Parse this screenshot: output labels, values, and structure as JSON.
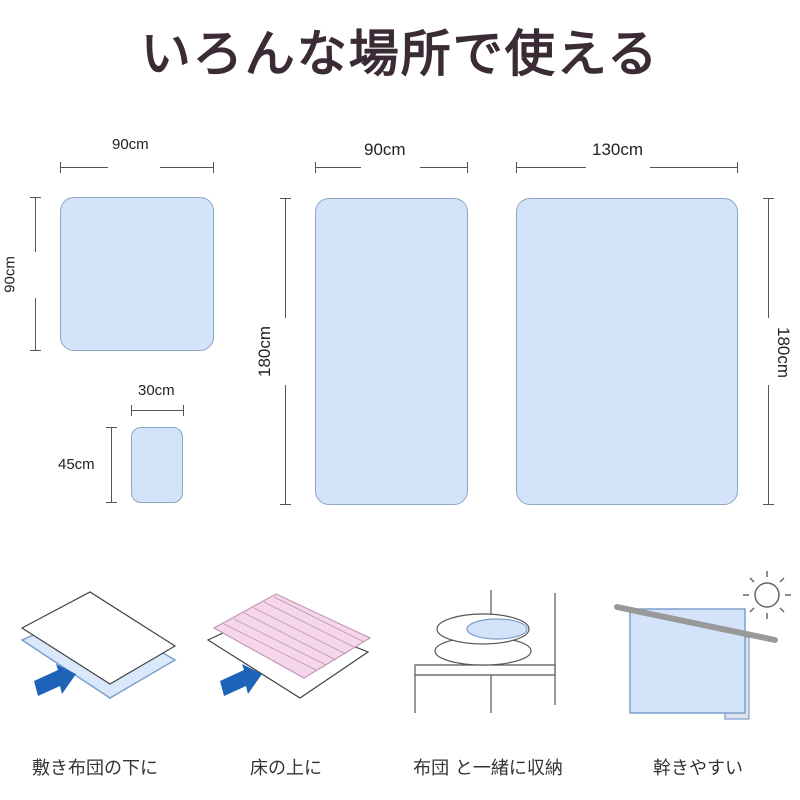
{
  "title": "いろんな場所で使える",
  "mats": [
    {
      "width_label": "90cm",
      "height_label": "90cm"
    },
    {
      "width_label": "30cm",
      "height_label": "45cm"
    },
    {
      "width_label": "90cm",
      "height_label": "180cm"
    },
    {
      "width_label": "130cm",
      "height_label": "180cm"
    }
  ],
  "usages": [
    {
      "caption": "敷き布団の下に",
      "icon": "mat-under-futon-icon"
    },
    {
      "caption": "床の上に",
      "icon": "mat-on-floor-icon"
    },
    {
      "caption": "布団 と一緒に収納",
      "icon": "stored-with-futon-icon"
    },
    {
      "caption": "幹きやすい",
      "icon": "drying-rack-sun-icon"
    }
  ],
  "colors": {
    "mat_fill": "#d3e4fa",
    "mat_border": "#8fa6c4",
    "arrow": "#1f63b8",
    "title": "#3a2b35"
  }
}
